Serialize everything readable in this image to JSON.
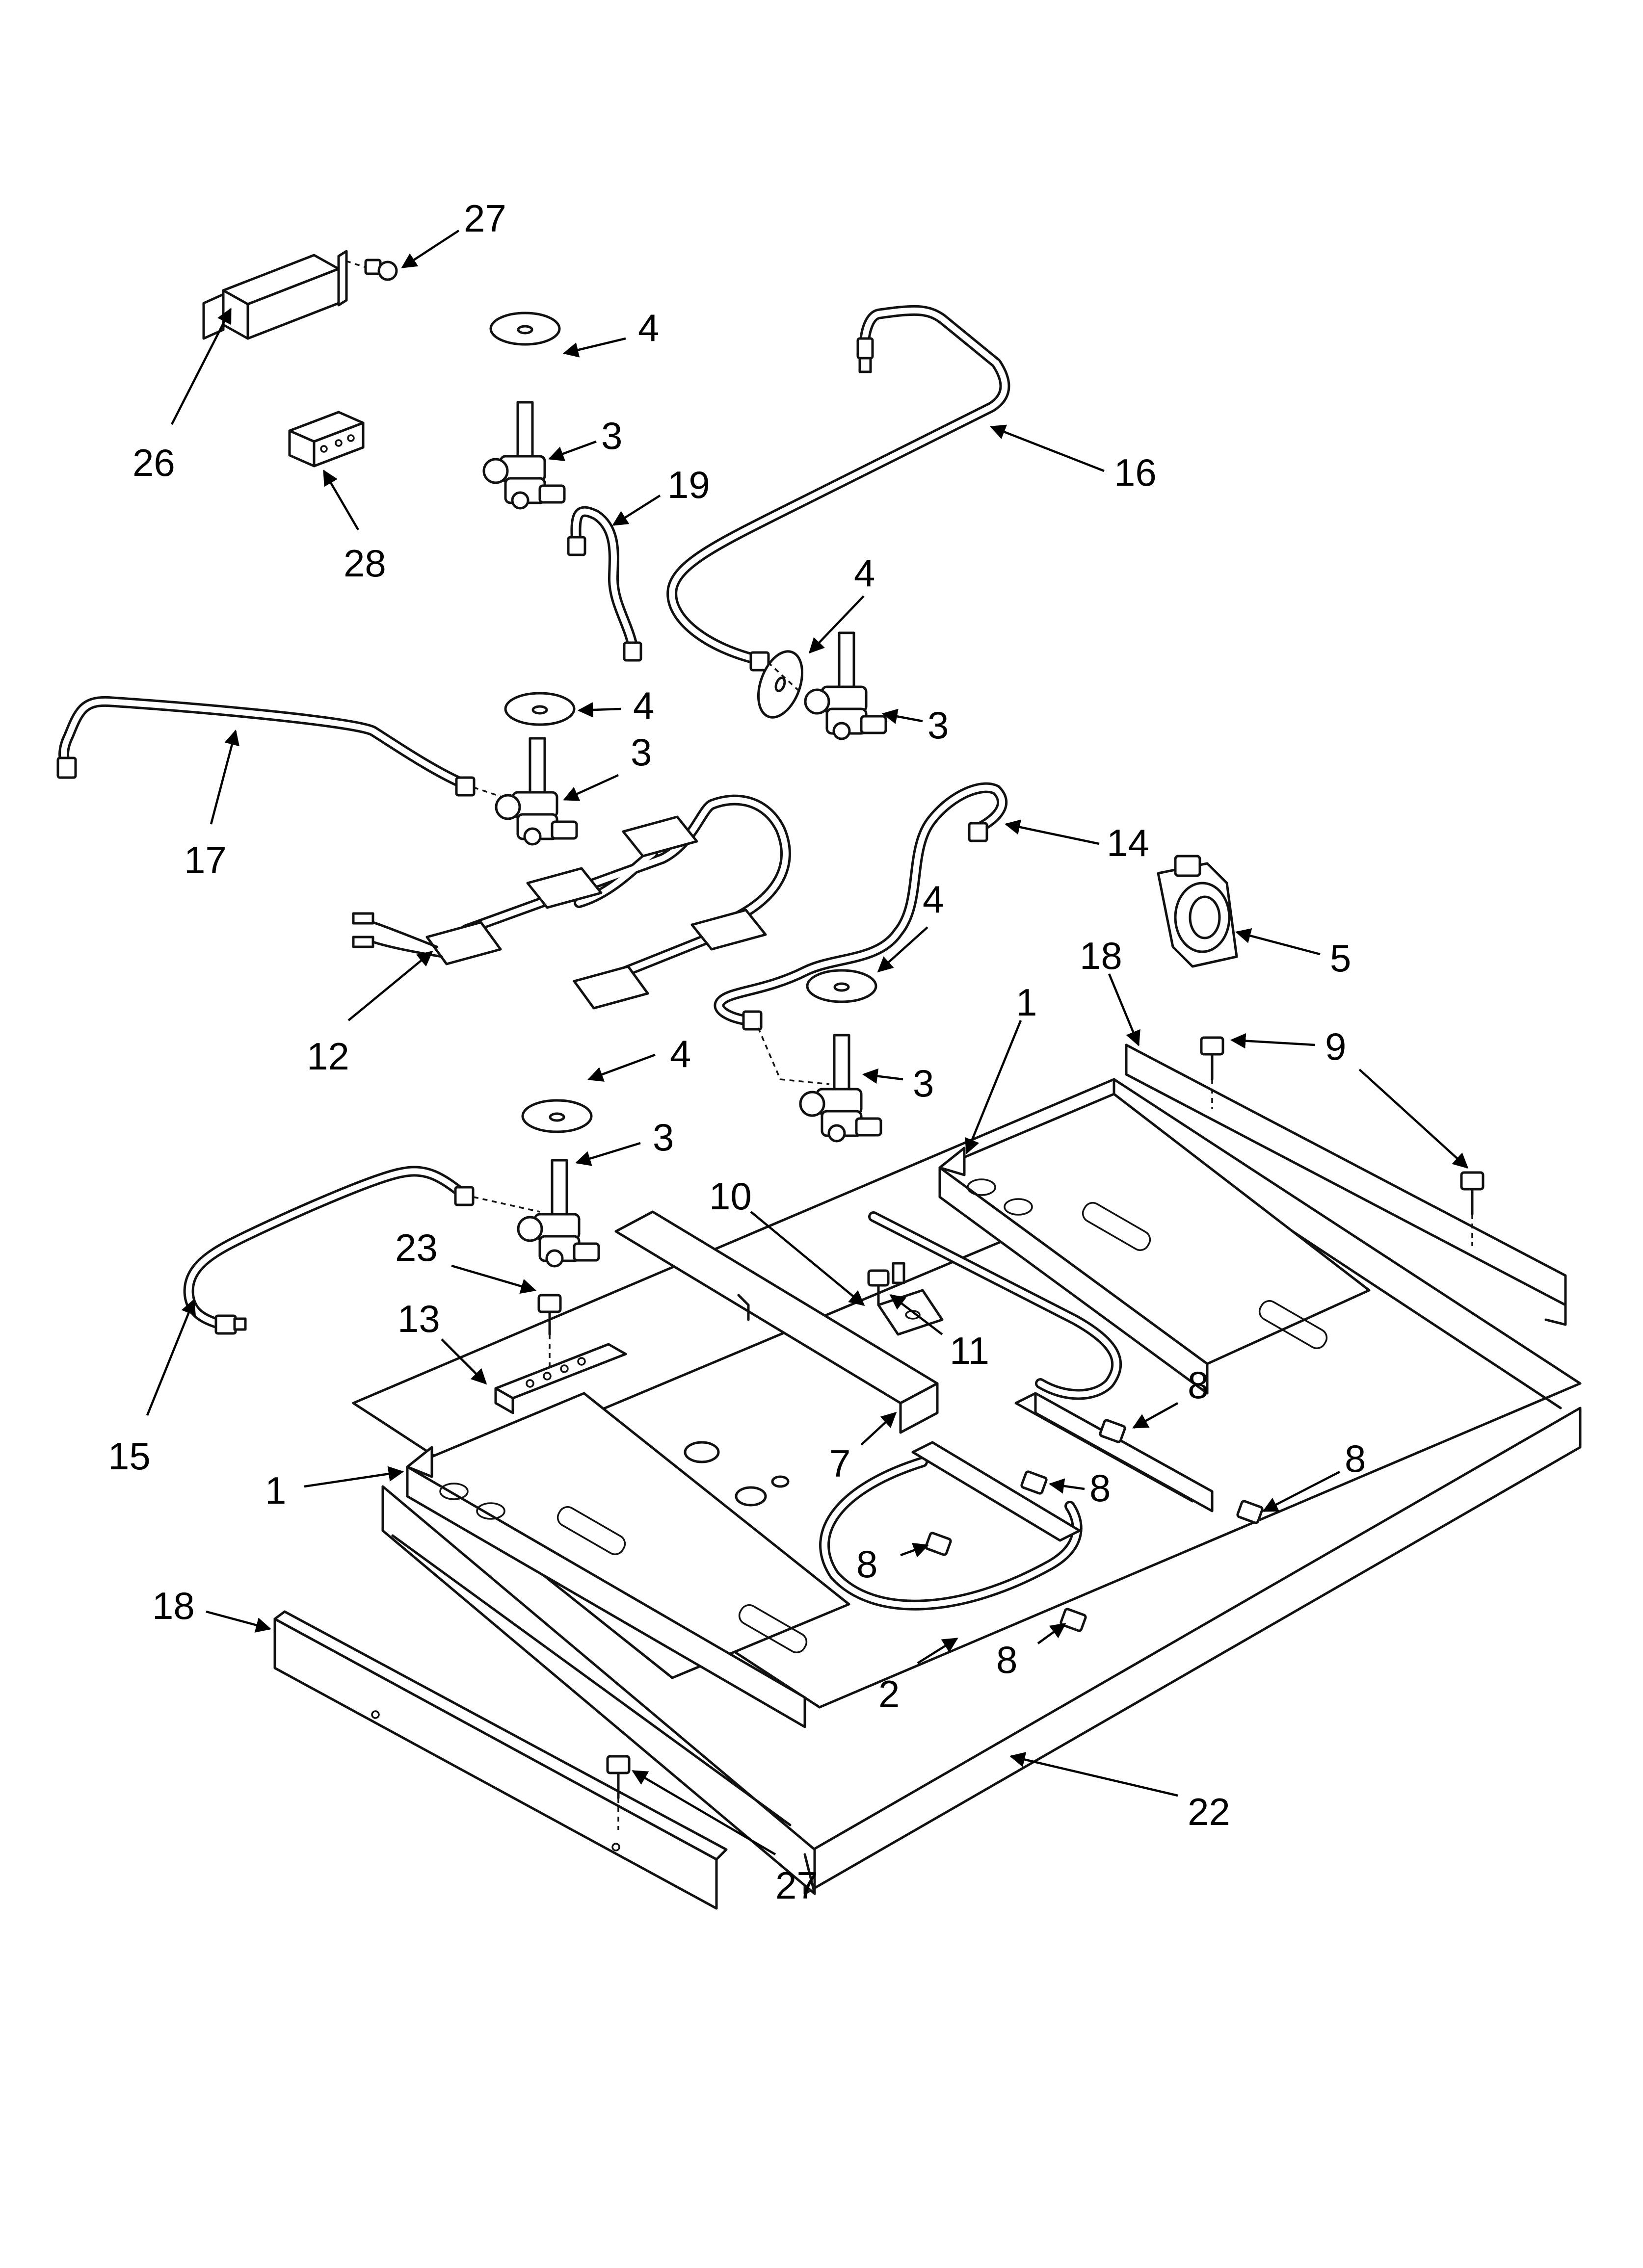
{
  "callouts": [
    {
      "id": "c27a",
      "label": "27"
    },
    {
      "id": "c26",
      "label": "26"
    },
    {
      "id": "c28",
      "label": "28"
    },
    {
      "id": "c4a",
      "label": "4"
    },
    {
      "id": "c3a",
      "label": "3"
    },
    {
      "id": "c19",
      "label": "19"
    },
    {
      "id": "c16",
      "label": "16"
    },
    {
      "id": "c4b",
      "label": "4"
    },
    {
      "id": "c3b",
      "label": "3"
    },
    {
      "id": "c4c",
      "label": "4"
    },
    {
      "id": "c3c",
      "label": "3"
    },
    {
      "id": "c17",
      "label": "17"
    },
    {
      "id": "c14",
      "label": "14"
    },
    {
      "id": "c5",
      "label": "5"
    },
    {
      "id": "c4d",
      "label": "4"
    },
    {
      "id": "c3d",
      "label": "3"
    },
    {
      "id": "c12",
      "label": "12"
    },
    {
      "id": "c18a",
      "label": "18"
    },
    {
      "id": "c9",
      "label": "9"
    },
    {
      "id": "c1a",
      "label": "1"
    },
    {
      "id": "c4e",
      "label": "4"
    },
    {
      "id": "c3e",
      "label": "3"
    },
    {
      "id": "c10",
      "label": "10"
    },
    {
      "id": "c23",
      "label": "23"
    },
    {
      "id": "c11",
      "label": "11"
    },
    {
      "id": "c13",
      "label": "13"
    },
    {
      "id": "c8a",
      "label": "8"
    },
    {
      "id": "c7",
      "label": "7"
    },
    {
      "id": "c8b",
      "label": "8"
    },
    {
      "id": "c8c",
      "label": "8"
    },
    {
      "id": "c15",
      "label": "15"
    },
    {
      "id": "c1b",
      "label": "1"
    },
    {
      "id": "c8d",
      "label": "8"
    },
    {
      "id": "c18b",
      "label": "18"
    },
    {
      "id": "c8e",
      "label": "8"
    },
    {
      "id": "c2",
      "label": "2"
    },
    {
      "id": "c22",
      "label": "22"
    },
    {
      "id": "c27b",
      "label": "27"
    }
  ]
}
